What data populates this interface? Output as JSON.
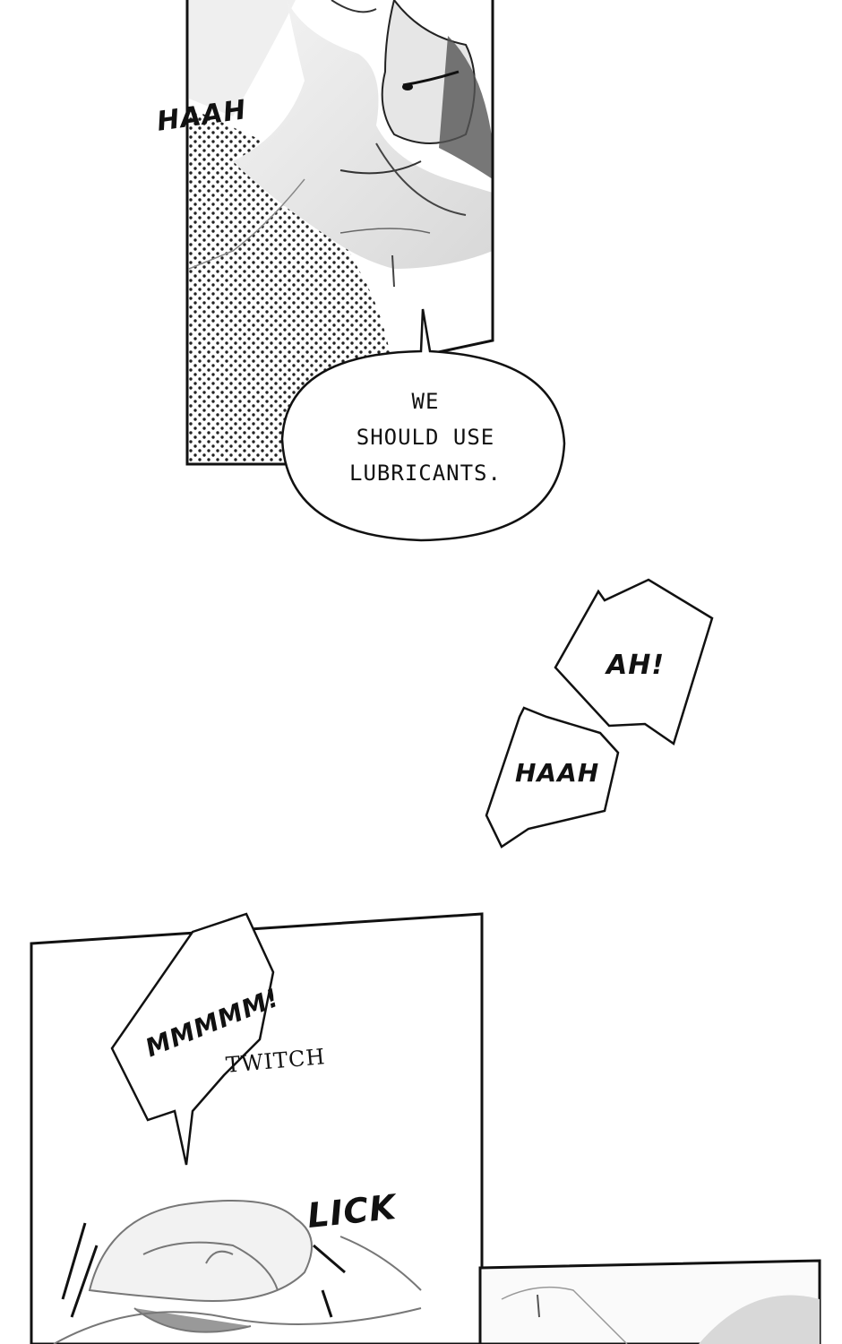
{
  "panel1": {
    "sfx_haah": "HAAH",
    "bubble_lines": [
      "WE",
      "SHOULD USE",
      "LUBRICANTS."
    ]
  },
  "panel2": {
    "shout_ah": "AH!",
    "shout_haah": "HAAH"
  },
  "panel3": {
    "shout_mmmmm": "MMMMM!",
    "sfx_twitch": "TWITCH",
    "sfx_lick": "LICK"
  }
}
